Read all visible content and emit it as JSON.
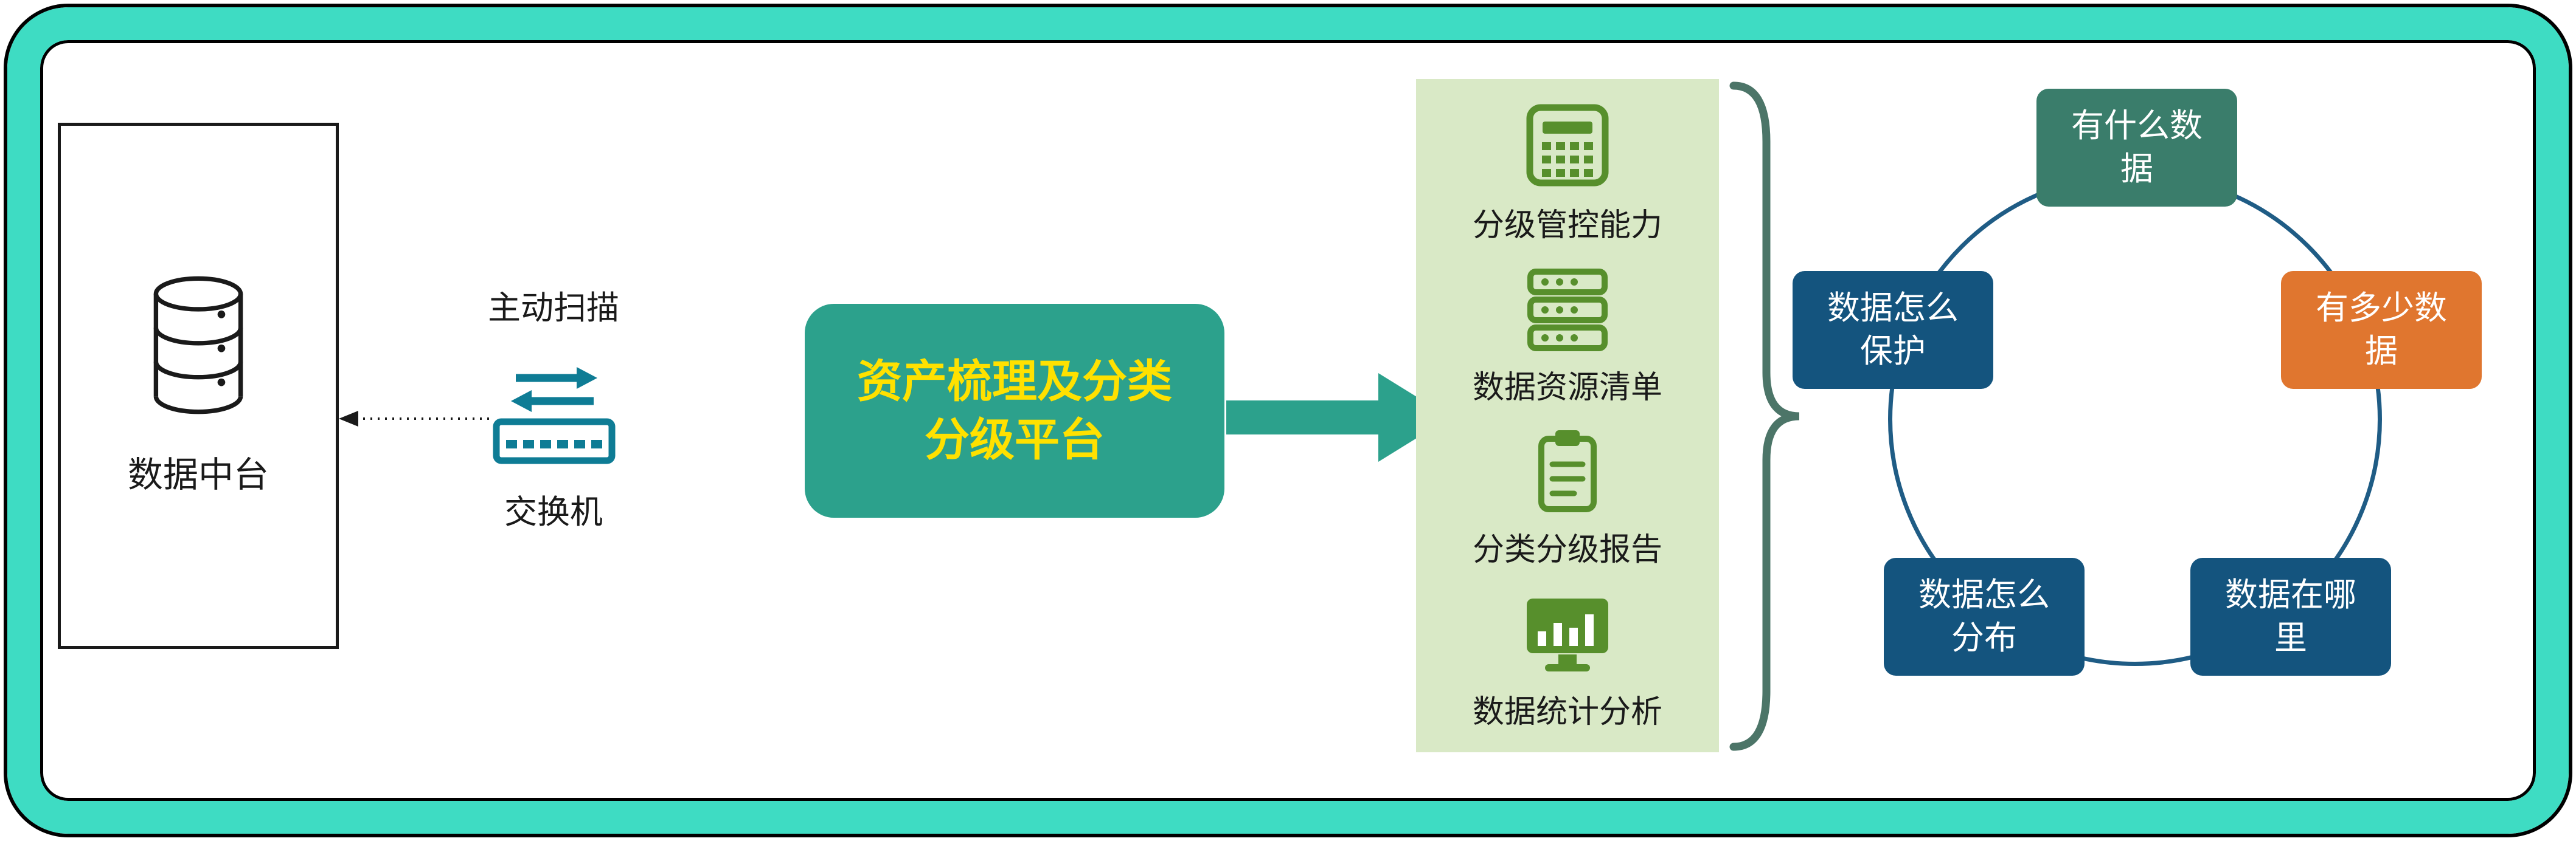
{
  "colors": {
    "frame_border": "#3EDCC3",
    "platform_bg": "#2CA18C",
    "platform_text": "#FFE100",
    "panel_bg": "#D9E9C6",
    "icon_green": "#578F2C",
    "arrow": "#2CA18C",
    "switch": "#0E7C95",
    "brace": "#4C7568",
    "circle": "#1F5C85"
  },
  "datacenter": {
    "label": "数据中台"
  },
  "scanner": {
    "scan_label": "主动扫描",
    "device_label": "交换机"
  },
  "platform": {
    "title_line1": "资产梳理及分类",
    "title_line2": "分级平台"
  },
  "capabilities": {
    "items": [
      {
        "icon": "grid-icon",
        "label": "分级管控能力"
      },
      {
        "icon": "servers-icon",
        "label": "数据资源清单"
      },
      {
        "icon": "report-icon",
        "label": "分类分级报告"
      },
      {
        "icon": "monitor-icon",
        "label": "数据统计分析"
      }
    ]
  },
  "questions": {
    "items": [
      {
        "label": "有什么数据",
        "color": "#3A7D6B",
        "position": "top"
      },
      {
        "label": "有多少数据",
        "color": "#E0762F",
        "position": "right"
      },
      {
        "label": "数据在哪里",
        "color": "#14547E",
        "position": "bottom-right"
      },
      {
        "label": "数据怎么分布",
        "color": "#14547E",
        "position": "bottom-left"
      },
      {
        "label": "数据怎么保护",
        "color": "#14547E",
        "position": "left"
      }
    ]
  }
}
